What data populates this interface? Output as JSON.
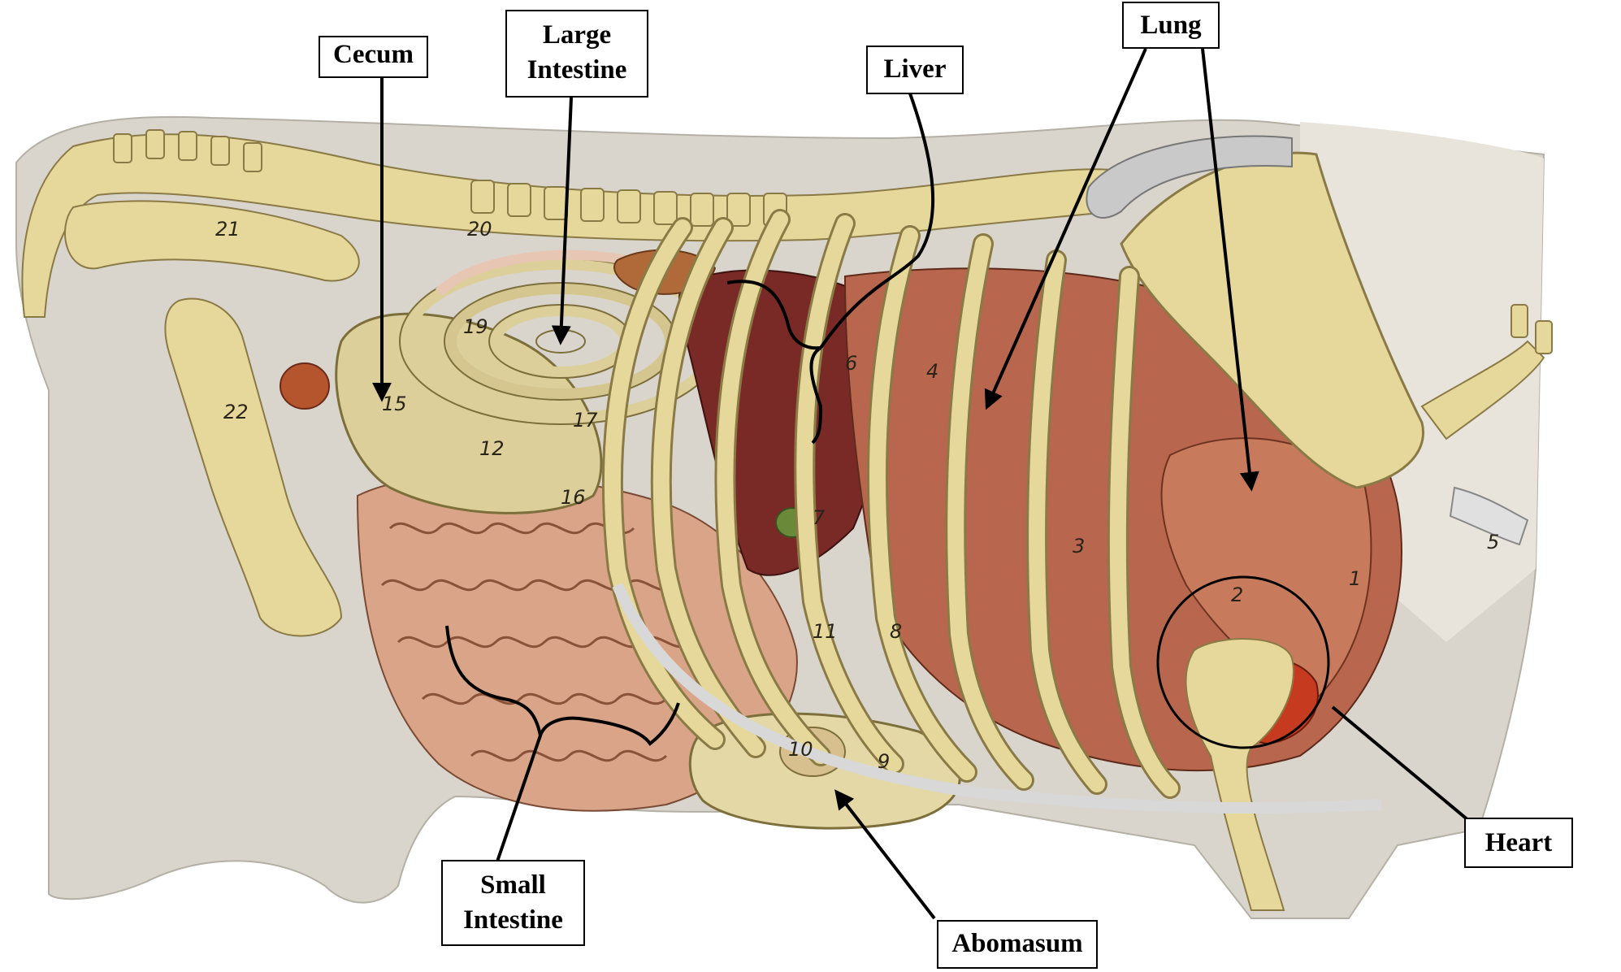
{
  "labels": {
    "cecum": "Cecum",
    "large_intestine_line1": "Large",
    "large_intestine_line2": "Intestine",
    "liver": "Liver",
    "lung": "Lung",
    "small_intestine_line1": "Small",
    "small_intestine_line2": "Intestine",
    "abomasum": "Abomasum",
    "heart": "Heart"
  },
  "numbers": {
    "n1": "1",
    "n2": "2",
    "n3": "3",
    "n4": "4",
    "n5": "5",
    "n6": "6",
    "n7": "7",
    "n8": "8",
    "n9": "9",
    "n10": "10",
    "n11": "11",
    "n12": "12",
    "n15": "15",
    "n16": "16",
    "n17": "17",
    "n19": "19",
    "n20": "20",
    "n21": "21",
    "n22": "22"
  },
  "colors": {
    "background_paper": "#e8e4dc",
    "silhouette": "#d9d5cc",
    "bone": "#e6d79a",
    "bone_shade": "#b8a565",
    "lung": "#b8664d",
    "liver": "#7a2a26",
    "intestine": "#d9a487",
    "large_intestine": "#dccf9a",
    "abomasum": "#e3d8a6",
    "label_border": "#000000"
  }
}
